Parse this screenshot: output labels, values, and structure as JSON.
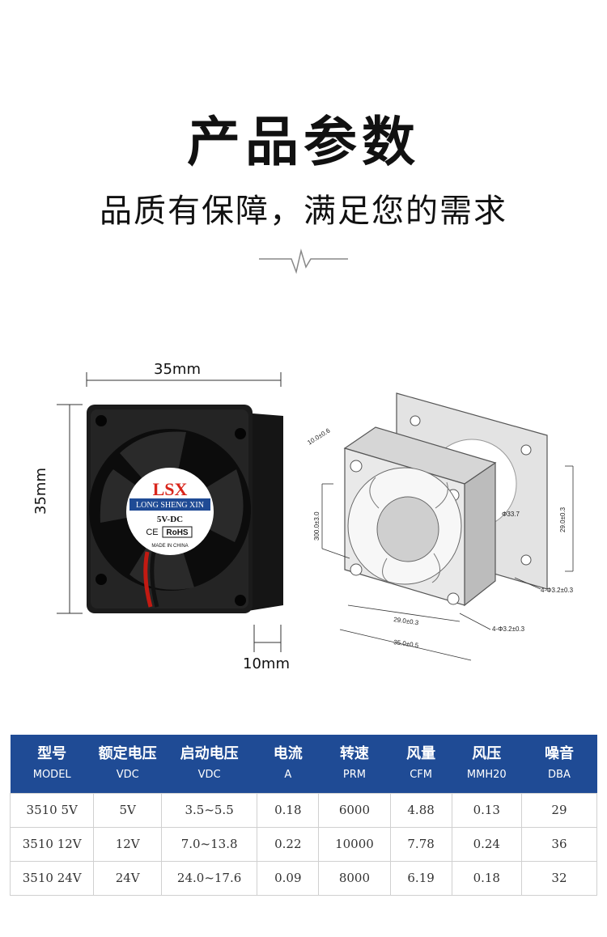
{
  "header": {
    "title": "产品参数",
    "subtitle": "品质有保障，满足您的需求"
  },
  "photo": {
    "width_label": "35mm",
    "height_label": "35mm",
    "depth_label": "10mm",
    "brand_logo": "LSX",
    "brand_name": "LONG SHENG XIN",
    "voltage": "5V-DC",
    "ce_mark": "CE",
    "rohs_mark": "RoHS",
    "made_in": "MADE IN CHINA"
  },
  "drawing": {
    "depth": "10.0±0.6",
    "cable": "300.0±3.0",
    "diameter": "Φ33.7",
    "hole_spacing_v": "29.0±0.3",
    "hole_spacing_h": "29.0±0.3",
    "overall_width": "35.0±0.5",
    "holes_right": "4-Φ3.2±0.3",
    "holes_bottom": "4-Φ3.2±0.3"
  },
  "table": {
    "headers": [
      {
        "cn": "型号",
        "en": "MODEL"
      },
      {
        "cn": "额定电压",
        "en": "VDC"
      },
      {
        "cn": "启动电压",
        "en": "VDC"
      },
      {
        "cn": "电流",
        "en": "A"
      },
      {
        "cn": "转速",
        "en": "PRM"
      },
      {
        "cn": "风量",
        "en": "CFM"
      },
      {
        "cn": "风压",
        "en": "MMH20"
      },
      {
        "cn": "噪音",
        "en": "DBA"
      }
    ],
    "rows": [
      [
        "3510 5V",
        "5V",
        "3.5~5.5",
        "0.18",
        "6000",
        "4.88",
        "0.13",
        "29"
      ],
      [
        "3510 12V",
        "12V",
        "7.0~13.8",
        "0.22",
        "10000",
        "7.78",
        "0.24",
        "36"
      ],
      [
        "3510 24V",
        "24V",
        "24.0~17.6",
        "0.09",
        "8000",
        "6.19",
        "0.18",
        "32"
      ]
    ]
  },
  "colors": {
    "header_bg": "#1f4b95",
    "logo_red": "#d9261c",
    "label_blue": "#1f4b95"
  }
}
